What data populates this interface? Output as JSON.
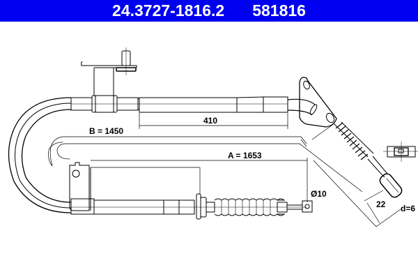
{
  "header": {
    "part_number": "24.3727-1816.2",
    "ref_number": "581816",
    "background_color": "#0000f0",
    "text_color": "#ffffff"
  },
  "diagram": {
    "subject": "parking brake cable",
    "dimensions": {
      "a_label": "A = 1653",
      "b_label": "B = 1450",
      "sleeve_length": "410",
      "end_length": "22",
      "eye_diameter": "Ø10",
      "nipple_diameter": "d=6"
    },
    "icons": [
      "mounting-bracket-icon",
      "flange-plate-icon",
      "bellows-boot-icon",
      "end-nipple-icon",
      "cross-section-symbol-icon"
    ]
  }
}
